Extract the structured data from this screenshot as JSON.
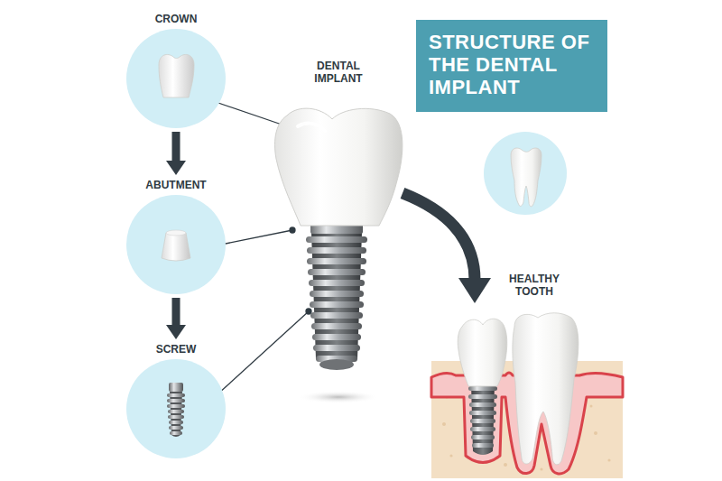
{
  "diagram": {
    "title": "STRUCTURE OF THE DENTAL IMPLANT",
    "nodes": [
      {
        "text": [
          "CROWN"
        ]
      },
      {
        "text": [
          "ABUTMENT"
        ]
      },
      {
        "text": [
          "SCREW"
        ]
      }
    ],
    "edges": [
      {
        "from": 0,
        "to": 1,
        "arrow": "to"
      },
      {
        "from": 1,
        "to": 2,
        "arrow": "to"
      }
    ],
    "labels": [
      "DENTAL IMPLANT",
      "HEALTHY TOOTH"
    ]
  }
}
